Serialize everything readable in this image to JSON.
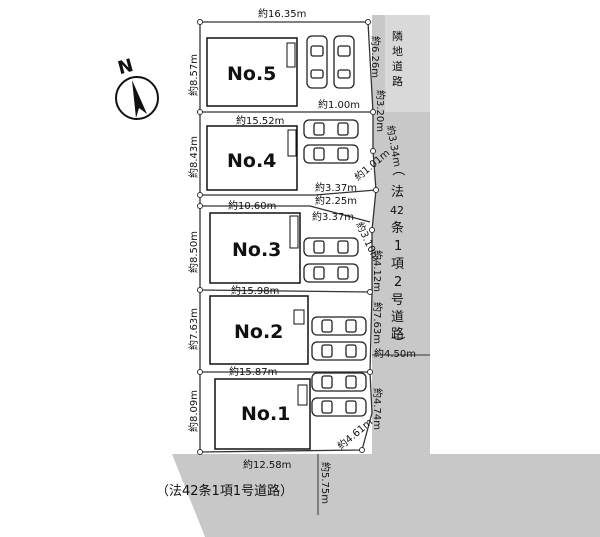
{
  "compass": {
    "label": "N"
  },
  "lots": [
    "No.5",
    "No.4",
    "No.3",
    "No.2",
    "No.1"
  ],
  "dims": {
    "top": "約16.35m",
    "no5_left": "約8.57m",
    "no5_right": "約6.26m",
    "step_100": "約1.00m",
    "right_320": "約3.20m",
    "no4_top": "約15.52m",
    "no4_left": "約8.43m",
    "diag_334": "約3.34m",
    "diag_101": "約1.01m",
    "seg_337a": "約3.37m",
    "seg_225": "約2.25m",
    "seg_337b": "約3.37m",
    "no3_top": "約10.60m",
    "no3_left": "約8.50m",
    "diag_310": "約3.10m",
    "right_412": "約4.12m",
    "no2_top": "約15.98m",
    "no2_left": "約7.63m",
    "right_763": "約7.63m",
    "right_450": "約4.50m",
    "no1_top": "約15.87m",
    "no1_left": "約8.09m",
    "right_474": "約4.74m",
    "diag_461": "約4.61m",
    "bottom_1258": "約12.58m",
    "bottom_575": "約5.75m"
  },
  "roads": {
    "east_chars": [
      "（",
      "法",
      "42",
      "条",
      "1",
      "項",
      "2",
      "号",
      "道",
      "路",
      "）"
    ],
    "south": "（法42条1項1号道路）",
    "north_chars": [
      "隣",
      "地",
      "道",
      "路"
    ]
  },
  "colors": {
    "road": "#c8c8c8",
    "line": "#333333"
  }
}
